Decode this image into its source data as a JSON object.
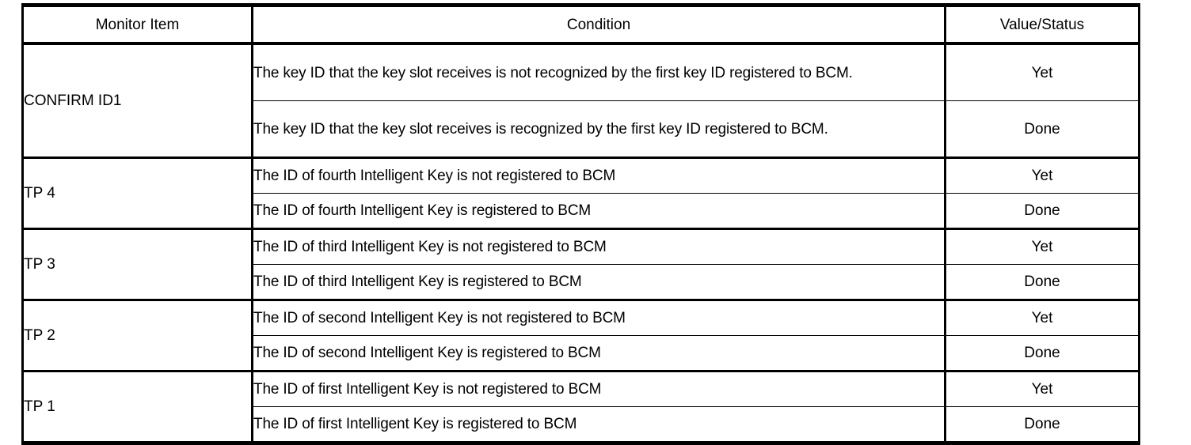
{
  "table": {
    "headers": {
      "monitor_item": "Monitor Item",
      "condition": "Condition",
      "value_status": "Value/Status"
    },
    "groups": [
      {
        "item": "CONFIRM ID1",
        "rows": [
          {
            "condition": "The key ID that the key slot receives is not recognized by the first key ID registered to BCM.",
            "value": "Yet"
          },
          {
            "condition": "The key ID that the key slot receives is recognized by the first key ID registered to BCM.",
            "value": "Done"
          }
        ]
      },
      {
        "item": "TP 4",
        "rows": [
          {
            "condition": "The ID of fourth Intelligent Key is not registered to BCM",
            "value": "Yet"
          },
          {
            "condition": "The ID of fourth Intelligent Key is registered to BCM",
            "value": "Done"
          }
        ]
      },
      {
        "item": "TP 3",
        "rows": [
          {
            "condition": "The ID of third Intelligent Key is not registered to BCM",
            "value": "Yet"
          },
          {
            "condition": "The ID of third Intelligent Key is registered to BCM",
            "value": "Done"
          }
        ]
      },
      {
        "item": "TP 2",
        "rows": [
          {
            "condition": "The ID of second Intelligent Key is not registered to BCM",
            "value": "Yet"
          },
          {
            "condition": "The ID of second Intelligent Key is registered to BCM",
            "value": "Done"
          }
        ]
      },
      {
        "item": "TP 1",
        "rows": [
          {
            "condition": "The ID of first Intelligent Key is not registered to BCM",
            "value": "Yet"
          },
          {
            "condition": "The ID of first Intelligent Key is registered to BCM",
            "value": "Done"
          }
        ]
      }
    ]
  },
  "colors": {
    "border": "#000000",
    "text": "#000000",
    "background": "#ffffff"
  }
}
